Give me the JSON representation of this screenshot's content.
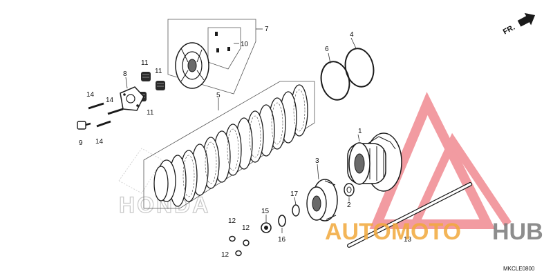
{
  "diagram_code": "MKCLE0800",
  "direction_label": "FR.",
  "watermark": {
    "word_1": "AUTOMOTO",
    "word_2": "HUB",
    "color_main": "#f2a93b",
    "color_logo": "#e63946",
    "color_hub": "#7a7a7a"
  },
  "background_logo": "HONDA",
  "callouts": {
    "c1": "1",
    "c2": "2",
    "c3": "3",
    "c4": "4",
    "c5": "5",
    "c6": "6",
    "c7": "7",
    "c8": "8",
    "c9": "9",
    "c10": "10",
    "c11a": "11",
    "c11b": "11",
    "c11c": "11",
    "c12a": "12",
    "c12b": "12",
    "c12c": "12",
    "c13": "13",
    "c14a": "14",
    "c14b": "14",
    "c14c": "14",
    "c15": "15",
    "c16": "16",
    "c17": "17"
  },
  "colors": {
    "line": "#1a1a1a",
    "part_fill": "#ffffff",
    "shade": "#6a6a6a",
    "leader": "#333333"
  }
}
